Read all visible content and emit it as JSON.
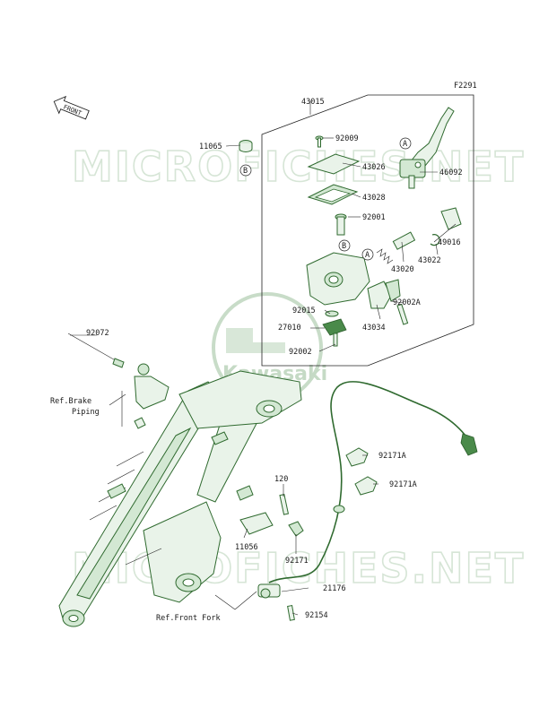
{
  "figure_code": "F2291",
  "front_label": "FRONT",
  "watermark_text": "MICROFICHES.NET",
  "logo_text": "Kawasaki",
  "colors": {
    "accent": "#2f6a2f",
    "fill": "#e9f3e9",
    "watermark": "#d6e5d6"
  },
  "parts": [
    {
      "id": "p43015",
      "label": "43015"
    },
    {
      "id": "p92009",
      "label": "92009"
    },
    {
      "id": "p43026",
      "label": "43026"
    },
    {
      "id": "p46092",
      "label": "46092"
    },
    {
      "id": "p43028",
      "label": "43028"
    },
    {
      "id": "p92001",
      "label": "92001"
    },
    {
      "id": "p49016",
      "label": "49016"
    },
    {
      "id": "p43020",
      "label": "43020"
    },
    {
      "id": "p43022",
      "label": "43022"
    },
    {
      "id": "p92015",
      "label": "92015"
    },
    {
      "id": "p92002A",
      "label": "92002A"
    },
    {
      "id": "p27010",
      "label": "27010"
    },
    {
      "id": "p43034",
      "label": "43034"
    },
    {
      "id": "p92002",
      "label": "92002"
    },
    {
      "id": "p11065",
      "label": "11065"
    },
    {
      "id": "p92072",
      "label": "92072"
    },
    {
      "id": "p92171A1",
      "label": "92171A"
    },
    {
      "id": "p92171A2",
      "label": "92171A"
    },
    {
      "id": "p120",
      "label": "120"
    },
    {
      "id": "p11056",
      "label": "11056"
    },
    {
      "id": "p92171",
      "label": "92171"
    },
    {
      "id": "p21176",
      "label": "21176"
    },
    {
      "id": "p92154",
      "label": "92154"
    }
  ],
  "references": {
    "brake_piping_line1": "Ref.Brake",
    "brake_piping_line2": "Piping",
    "front_fork": "Ref.Front Fork"
  },
  "markers": {
    "a": "A",
    "b": "B"
  }
}
